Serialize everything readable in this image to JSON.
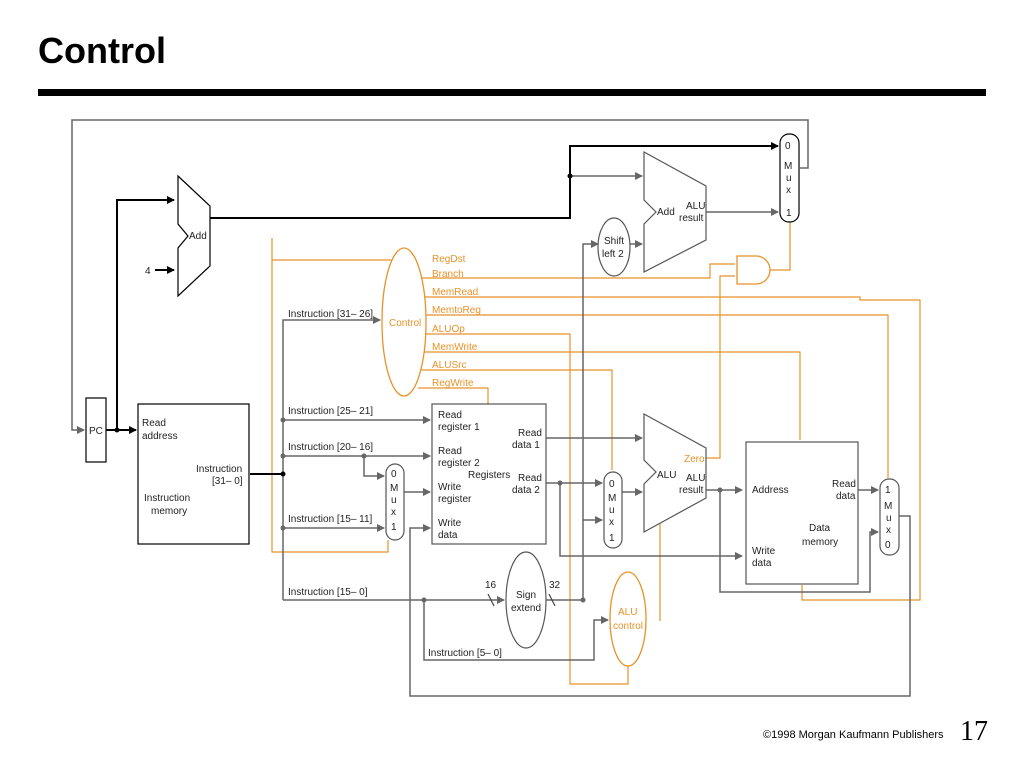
{
  "title": "Control",
  "footer": {
    "copyright": "©1998 Morgan Kaufmann Publishers",
    "page": "17"
  },
  "colors": {
    "control": "#e8922a",
    "data": "#666666",
    "bold": "#000000"
  },
  "units": {
    "pc": "PC",
    "adder_pc": "Add",
    "const_four": "4",
    "instr_mem": {
      "line1": "Read",
      "line2": "address",
      "out1": "Instruction",
      "out2": "[31– 0]",
      "name1": "Instruction",
      "name2": "memory"
    },
    "control": "Control",
    "control_signals": [
      "RegDst",
      "Branch",
      "MemRead",
      "MemtoReg",
      "ALUOp",
      "MemWrite",
      "ALUSrc",
      "RegWrite"
    ],
    "instr_fields": {
      "f31_26": "Instruction [31– 26]",
      "f25_21": "Instruction [25– 21]",
      "f20_16": "Instruction [20– 16]",
      "f15_11": "Instruction [15– 11]",
      "f15_0": "Instruction [15– 0]",
      "f5_0": "Instruction [5– 0]"
    },
    "registers": {
      "rr1a": "Read",
      "rr1b": "register 1",
      "rr2a": "Read",
      "rr2b": "register 2",
      "wra": "Write",
      "wrb": "register",
      "wda": "Write",
      "wdb": "data",
      "rd1a": "Read",
      "rd1b": "data 1",
      "rd2a": "Read",
      "rd2b": "data 2",
      "name": "Registers"
    },
    "mux_top": [
      "0",
      "M",
      "u",
      "x",
      "1"
    ],
    "mux_reg": [
      "0",
      "M",
      "u",
      "x",
      "1"
    ],
    "mux_alu": [
      "0",
      "M",
      "u",
      "x",
      "1"
    ],
    "mux_mem": [
      "1",
      "M",
      "u",
      "x",
      "0"
    ],
    "shift_left": {
      "a": "Shift",
      "b": "left 2"
    },
    "adder_branch": {
      "name": "Add",
      "outa": "ALU",
      "outb": "result"
    },
    "alu": {
      "name": "ALU",
      "zero": "Zero",
      "outa": "ALU",
      "outb": "result"
    },
    "sign_extend": {
      "a": "Sign",
      "b": "extend",
      "in_bits": "16",
      "out_bits": "32"
    },
    "alu_control": {
      "a": "ALU",
      "b": "control"
    },
    "data_memory": {
      "addr": "Address",
      "rda": "Read",
      "rdb": "data",
      "wda": "Write",
      "wdb": "data",
      "namea": "Data",
      "nameb": "memory"
    }
  }
}
